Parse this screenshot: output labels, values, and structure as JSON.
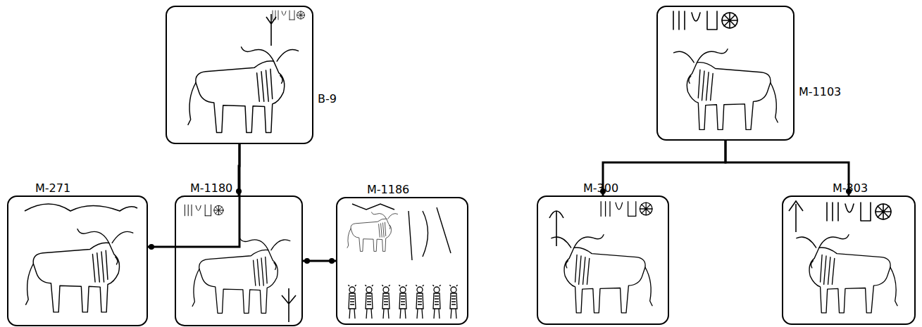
{
  "diagram": {
    "nodes": [
      {
        "text": [
          "B-9"
        ]
      },
      {
        "text": [
          "M-271"
        ]
      },
      {
        "text": [
          "M-1180"
        ]
      },
      {
        "text": [
          "M-1186"
        ]
      },
      {
        "text": [
          "M-1103"
        ]
      },
      {
        "text": [
          "M-300"
        ]
      },
      {
        "text": [
          "M-303"
        ]
      }
    ],
    "edges": [
      {
        "from": 0,
        "to": 1,
        "arrow": "none"
      },
      {
        "from": 0,
        "to": 2,
        "arrow": "none"
      },
      {
        "from": 2,
        "to": 3,
        "arrow": "none"
      },
      {
        "from": 4,
        "to": 5,
        "arrow": "none"
      },
      {
        "from": 4,
        "to": 6,
        "arrow": "none"
      }
    ]
  }
}
